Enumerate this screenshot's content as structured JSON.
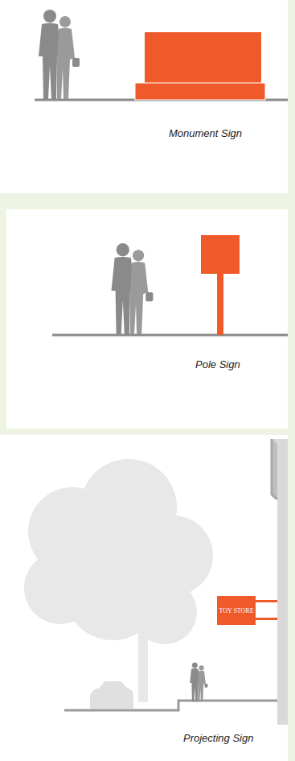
{
  "diagram": {
    "nodes": [
      {
        "text": [
          "TOY STORE"
        ]
      }
    ],
    "labels": [
      "Monument Sign",
      "Pole Sign",
      "Projecting Sign"
    ]
  }
}
